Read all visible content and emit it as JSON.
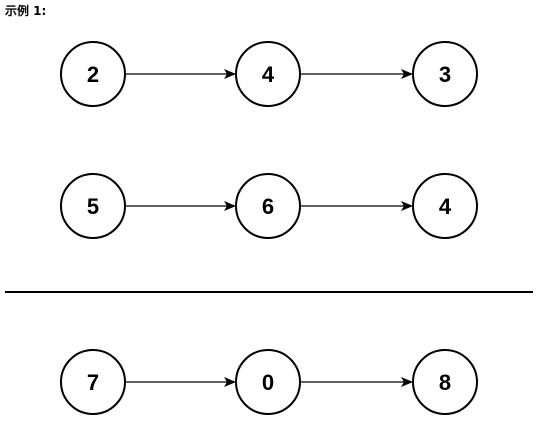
{
  "caption": "示例 1:",
  "lists": [
    {
      "nodes": [
        "2",
        "4",
        "3"
      ]
    },
    {
      "nodes": [
        "5",
        "6",
        "4"
      ]
    },
    {
      "nodes": [
        "7",
        "0",
        "8"
      ]
    }
  ],
  "colors": {
    "stroke": "#000000",
    "fill": "#ffffff"
  }
}
